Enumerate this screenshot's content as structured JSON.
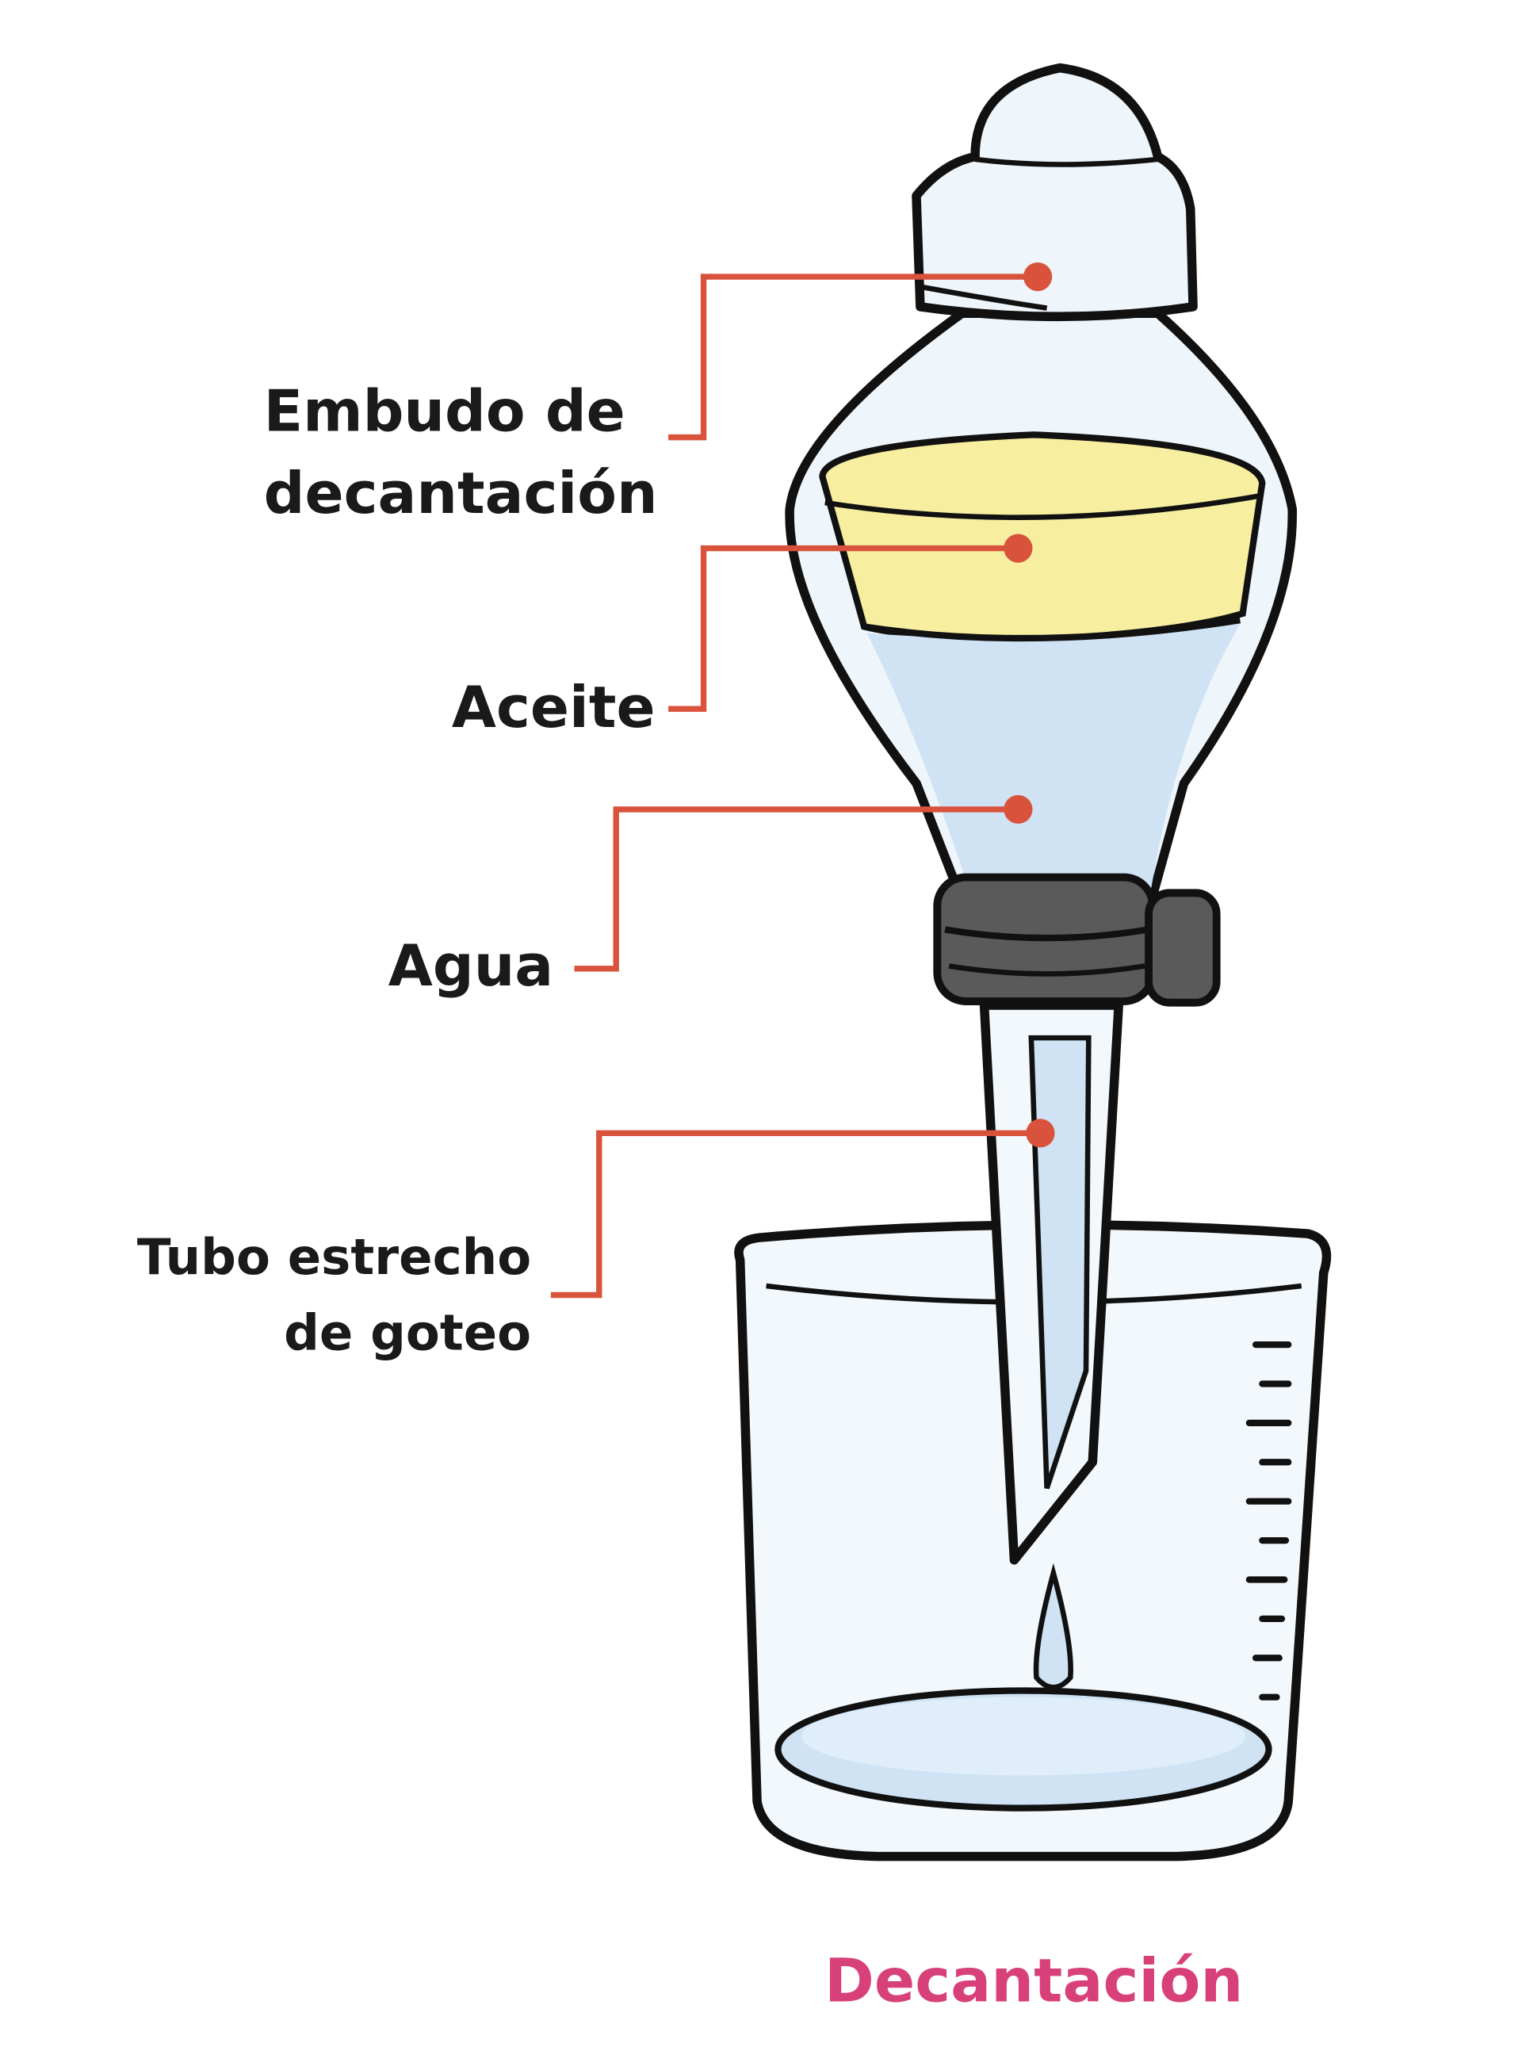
{
  "labels": {
    "funnel_line1": "Embudo de",
    "funnel_line2": "decantación",
    "oil": "Aceite",
    "water": "Agua",
    "tube_line1": "Tubo estrecho",
    "tube_line2": "de goteo"
  },
  "caption": "Decantación",
  "colors": {
    "leader": "#d9533c",
    "caption": "#d8407a",
    "oil": "#f7eea0",
    "water": "#cfe3f4",
    "glass": "#eef5fb",
    "stopcock": "#5a5a5a"
  }
}
